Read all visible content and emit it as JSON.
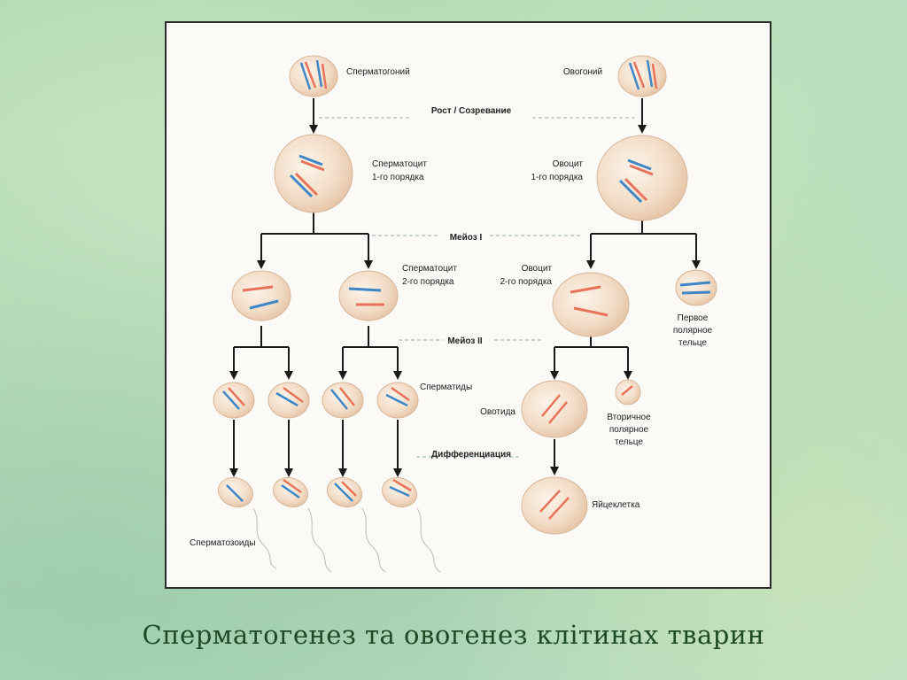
{
  "caption": "Сперматогенез та овогенез клітинах тварин",
  "stages": {
    "growth": "Рост / Созревание",
    "meiosis1": "Мейоз I",
    "meiosis2": "Мейоз II",
    "differentiation": "Дифференциация"
  },
  "labels": {
    "spermatogonium": "Сперматогоний",
    "oogonium": "Овогоний",
    "spermatocyte1_l1": "Сперматоцит",
    "spermatocyte1_l2": "1-го порядка",
    "oocyte1_l1": "Овоцит",
    "oocyte1_l2": "1-го порядка",
    "spermatocyte2_l1": "Сперматоцит",
    "spermatocyte2_l2": "2-го порядка",
    "oocyte2_l1": "Овоцит",
    "oocyte2_l2": "2-го порядка",
    "polar1_l1": "Первое",
    "polar1_l2": "полярное",
    "polar1_l3": "тельце",
    "spermatids": "Сперматиды",
    "ootid": "Овотида",
    "polar2_l1": "Вторичное",
    "polar2_l2": "полярное",
    "polar2_l3": "тельце",
    "egg": "Яйцеклетка",
    "spermatozoa": "Сперматозоиды"
  },
  "colors": {
    "cell_fill": "#f3dcc4",
    "cell_edge": "#d9b79a",
    "chrom_blue": "#3f86c6",
    "chrom_red": "#e9735a",
    "arrow": "#1a1a1a",
    "dash": "#8fb0a8"
  }
}
